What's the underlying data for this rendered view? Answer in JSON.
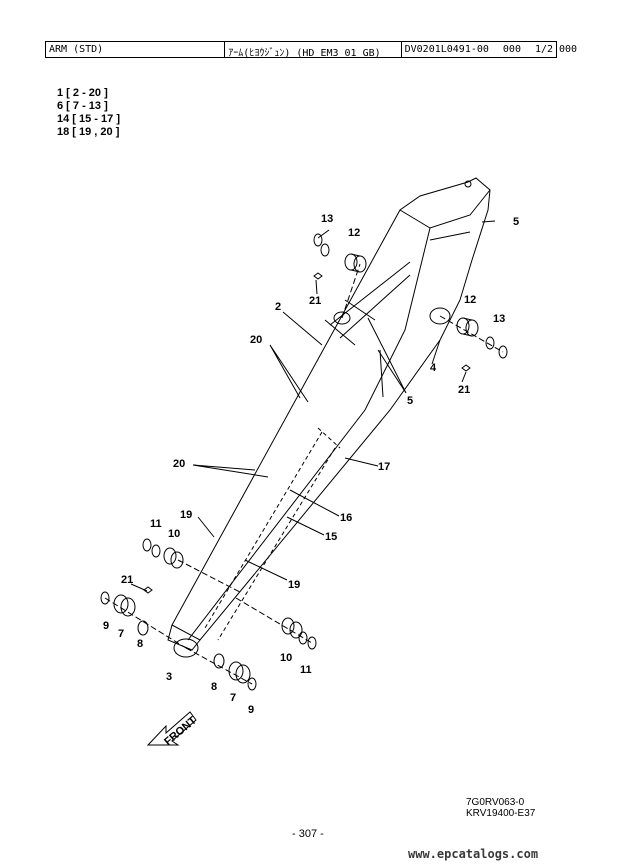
{
  "header": {
    "part_name": "ARM (STD)",
    "part_name_jp": "ｱｰﾑ(ﾋﾖｳｼﾞｭﾝ) (HD EM3 01 GB)",
    "doc_code": "DV0201L0491-00",
    "rev": "000",
    "sheet": "1/2",
    "tail": "000"
  },
  "ranges": [
    "1 [ 2 - 20 ]",
    "6 [ 7 - 13 ]",
    "14 [ 15 - 17 ]",
    "18 [ 19 , 20 ]"
  ],
  "callouts": {
    "c13a": "13",
    "c12a": "12",
    "c21a": "21",
    "c5a": "5",
    "c2": "2",
    "c12b": "12",
    "c13b": "13",
    "c4": "4",
    "c21b": "21",
    "c20a": "20",
    "c5b": "5",
    "c17": "17",
    "c20b": "20",
    "c16": "16",
    "c15": "15",
    "c19a": "19",
    "c11a": "11",
    "c10a": "10",
    "c19b": "19",
    "c21c": "21",
    "c9a": "9",
    "c7a": "7",
    "c8a": "8",
    "c3": "3",
    "c10b": "10",
    "c11b": "11",
    "c8b": "8",
    "c7b": "7",
    "c9b": "9"
  },
  "front_label": "FRONT",
  "drawing_ref": [
    "7G0RV063-0",
    "KRV19400-E37"
  ],
  "page_number": "- 307 -",
  "site": "www.epcatalogs.com"
}
